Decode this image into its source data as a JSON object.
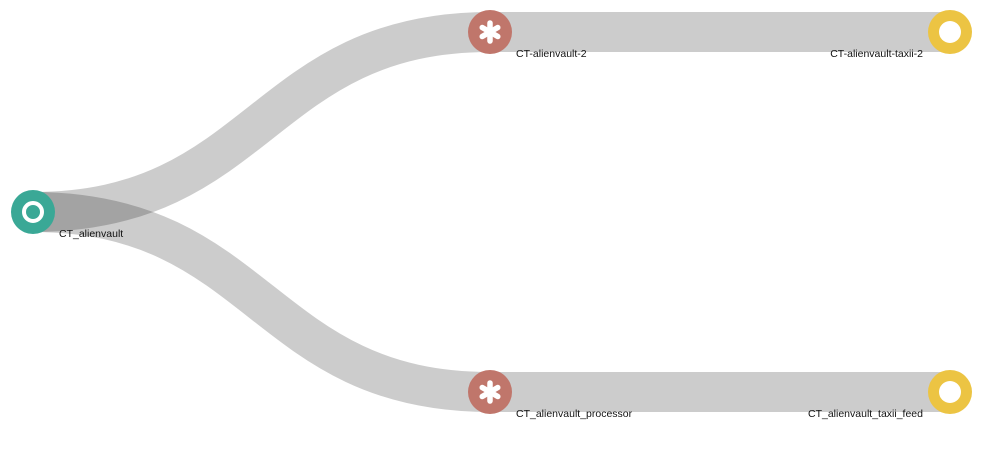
{
  "colors": {
    "source": "#3aa896",
    "processor": "#c0766b",
    "sink": "#ecc443",
    "link": "#cccccc"
  },
  "nodes": [
    {
      "id": "CT_alienvault",
      "label": "CT_alienvault",
      "type": "source",
      "icon": "ring-icon",
      "column": 0,
      "row": 0.5
    },
    {
      "id": "CT-alienvault-2",
      "label": "CT-alienvault-2",
      "type": "processor",
      "icon": "asterisk-icon",
      "column": 1,
      "row": 0
    },
    {
      "id": "CT_alienvault_processor",
      "label": "CT_alienvault_processor",
      "type": "processor",
      "icon": "asterisk-icon",
      "column": 1,
      "row": 1
    },
    {
      "id": "CT-alienvault-taxii-2",
      "label": "CT-alienvault-taxii-2",
      "type": "sink",
      "icon": "ring-icon",
      "column": 2,
      "row": 0
    },
    {
      "id": "CT_alienvault_taxii_feed",
      "label": "CT_alienvault_taxii_feed",
      "type": "sink",
      "icon": "ring-icon",
      "column": 2,
      "row": 1
    }
  ],
  "links": [
    {
      "source": "CT_alienvault",
      "target": "CT-alienvault-2",
      "value": 1
    },
    {
      "source": "CT_alienvault",
      "target": "CT_alienvault_processor",
      "value": 1
    },
    {
      "source": "CT-alienvault-2",
      "target": "CT-alienvault-taxii-2",
      "value": 1
    },
    {
      "source": "CT_alienvault_processor",
      "target": "CT_alienvault_taxii_feed",
      "value": 1
    }
  ]
}
